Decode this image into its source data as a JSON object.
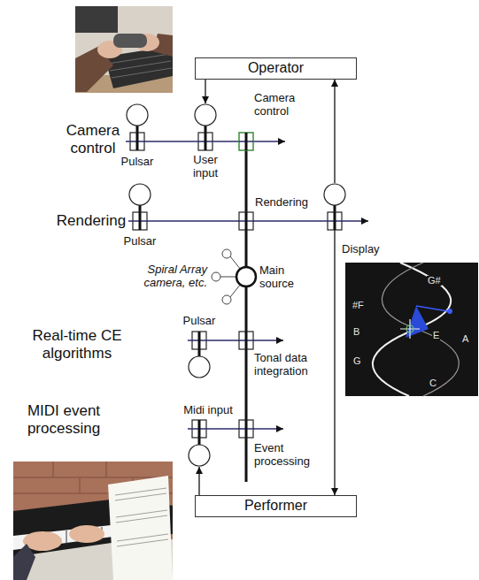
{
  "diagram": {
    "nodes": [
      {
        "text": [
          "Operator"
        ]
      },
      {
        "text": [
          "Pulsar"
        ]
      },
      {
        "text": [
          "User input"
        ]
      },
      {
        "text": [
          "Camera control"
        ]
      },
      {
        "text": [
          "Pulsar"
        ]
      },
      {
        "text": [
          "Rendering"
        ]
      },
      {
        "text": [
          "Display"
        ]
      },
      {
        "text": [
          "Main source"
        ]
      },
      {
        "text": [
          "Pulsar"
        ]
      },
      {
        "text": [
          "Tonal data integration"
        ]
      },
      {
        "text": [
          "Midi input"
        ]
      },
      {
        "text": [
          "Event processing"
        ]
      },
      {
        "text": [
          "Performer"
        ]
      }
    ],
    "edges": [
      {
        "from": 0,
        "to": 2,
        "arrow": "to"
      },
      {
        "from": 1,
        "to": 2,
        "arrow": "none"
      },
      {
        "from": 2,
        "to": 3,
        "arrow": "none"
      },
      {
        "from": 3,
        "to": 5,
        "arrow": "none"
      },
      {
        "from": 4,
        "to": 5,
        "arrow": "none"
      },
      {
        "from": 5,
        "to": 6,
        "arrow": "none"
      },
      {
        "from": 6,
        "to": 0,
        "arrow": "to"
      },
      {
        "from": 5,
        "to": 7,
        "arrow": "none"
      },
      {
        "from": 7,
        "to": 9,
        "arrow": "none"
      },
      {
        "from": 8,
        "to": 9,
        "arrow": "none"
      },
      {
        "from": 9,
        "to": 11,
        "arrow": "none"
      },
      {
        "from": 10,
        "to": 11,
        "arrow": "none"
      },
      {
        "from": 6,
        "to": 12,
        "arrow": "to"
      },
      {
        "from": 12,
        "to": 10,
        "arrow": "to"
      }
    ],
    "labels": [
      "Camera control",
      "Rendering",
      "Spiral Array camera, etc.",
      "Real-time CE algorithms",
      "MIDI event processing",
      "G#",
      "#F",
      "B",
      "E",
      "A",
      "G",
      "C"
    ]
  }
}
